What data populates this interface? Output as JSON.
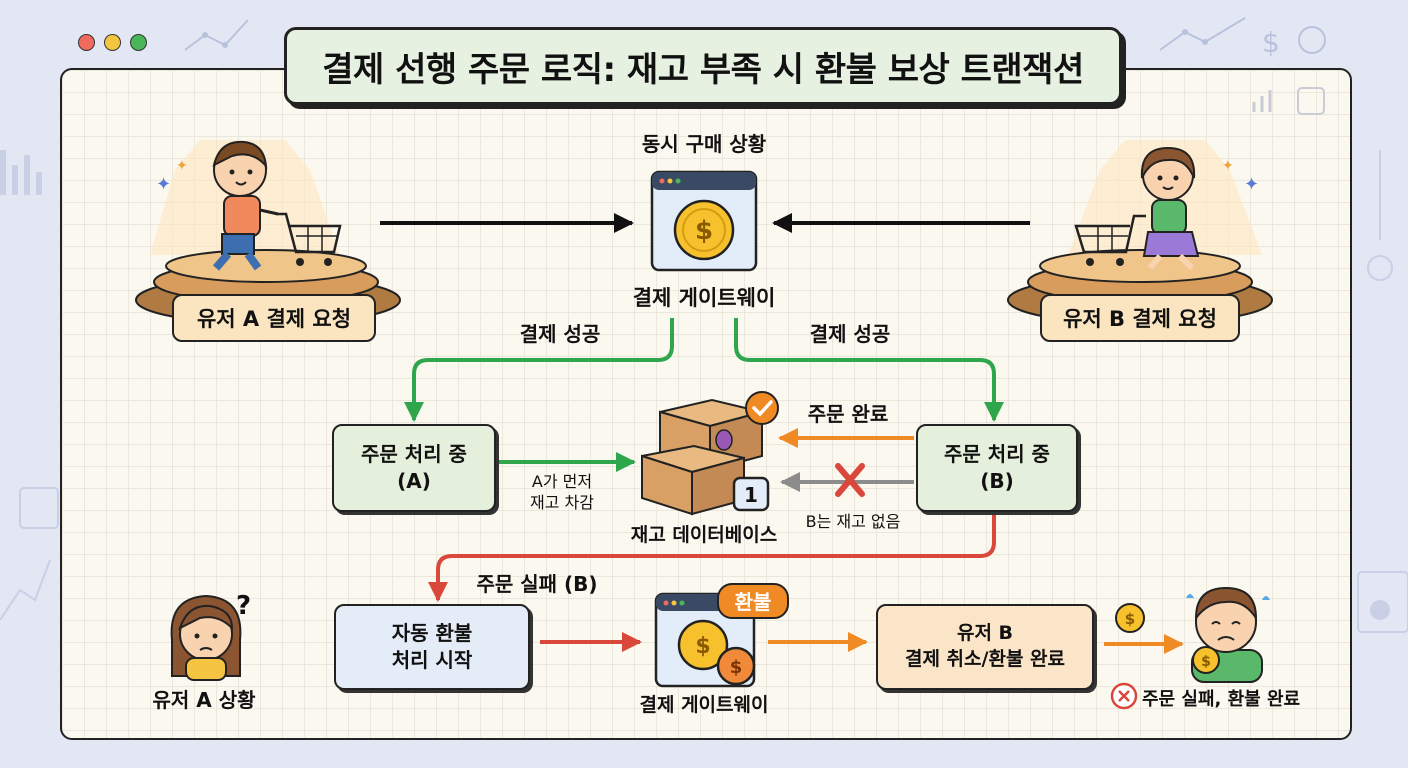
{
  "title": "결제 선행 주문 로직: 재고 부족 시 환불 보상 트랜잭션",
  "concurrent_label": "동시 구매 상황",
  "gateway_top_label": "결제 게이트웨이",
  "user_a_request": "유저 A 결제 요청",
  "user_b_request": "유저 B 결제 요청",
  "pay_success_left": "결제 성공",
  "pay_success_right": "결제 성공",
  "processing_a": {
    "line1": "주문 처리 중",
    "line2": "(A)"
  },
  "processing_b": {
    "line1": "주문 처리 중",
    "line2": "(B)"
  },
  "a_first_deduct": {
    "line1": "A가 먼저",
    "line2": "재고 차감"
  },
  "order_complete": "주문 완료",
  "b_no_stock": "B는 재고 없음",
  "inventory_db": "재고 데이터베이스",
  "inventory_count": "1",
  "order_fail_b": "주문 실패 (B)",
  "auto_refund": {
    "line1": "자동 환불",
    "line2": "처리 시작"
  },
  "refund_badge": "환불",
  "gateway_bottom_label": "결제 게이트웨이",
  "user_b_cancel": {
    "line1": "유저 B",
    "line2": "결제 취소/환불 완료"
  },
  "user_a_status": "유저 A 상황",
  "final_status": "주문 실패, 환불 완료",
  "question_mark": "?",
  "currency_symbol": "$",
  "colors": {
    "success_green": "#2fa64b",
    "fail_red": "#d9483b",
    "orange": "#f08a24",
    "gray": "#8c8c8c",
    "black": "#111111"
  }
}
